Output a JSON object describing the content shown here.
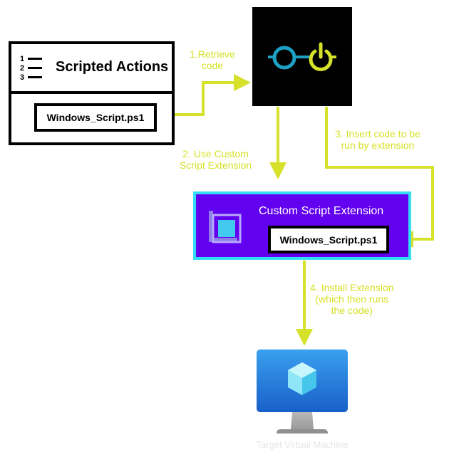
{
  "scripted_actions": {
    "title": "Scripted Actions",
    "file": "Windows_Script.ps1"
  },
  "custom_script_extension": {
    "title": "Custom Script Extension",
    "file": "Windows_Script.ps1"
  },
  "steps": [
    {
      "line1": "1.Retrieve",
      "line2": "code"
    },
    {
      "line1": "2. Use Custom",
      "line2": "Script Extension"
    },
    {
      "line1": "3. Insert code to be",
      "line2": "run by extension"
    },
    {
      "line1": "4. Install Extension",
      "line2": "(which then runs",
      "line3": "the code)"
    }
  ],
  "target": {
    "label": "Target Virtual Machine"
  },
  "colors": {
    "arrow": "#d6e12a",
    "extension_fill": "#6200f0",
    "extension_border": "#33ddf6",
    "tool_box": "#000000",
    "logo_cyan": "#1ca1c4",
    "logo_yellow": "#d6e12a"
  },
  "icons": [
    "numbered-list-icon",
    "glasses-power-logo-icon",
    "extension-icon",
    "virtual-machine-icon"
  ]
}
